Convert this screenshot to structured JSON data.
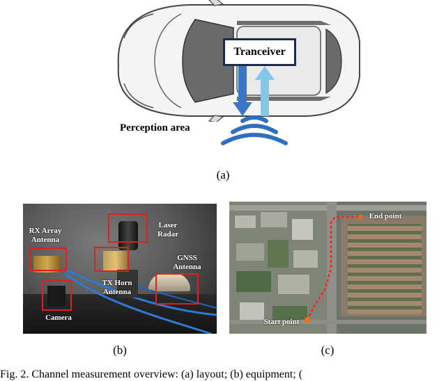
{
  "panel_a": {
    "transceiver_label": "Tranceiver",
    "perception_label": "Perception area",
    "caption": "(a)",
    "colors": {
      "down_arrow": "#3a78c6",
      "up_arrow": "#86c6e6",
      "waves": "#2f6fc0"
    }
  },
  "panel_b": {
    "labels": {
      "rx": "RX Array\nAntenna",
      "laser": "Laser\nRadar",
      "gnss": "GNSS\nAntenna",
      "tx": "TX Horn\nAntenna",
      "camera": "Camera"
    },
    "caption": "(b)"
  },
  "panel_c": {
    "end_label": "End point",
    "start_label": "Start point",
    "caption": "(c)"
  },
  "figure_caption": "Fig. 2.   Channel measurement overview: (a) layout; (b) equipment; ("
}
